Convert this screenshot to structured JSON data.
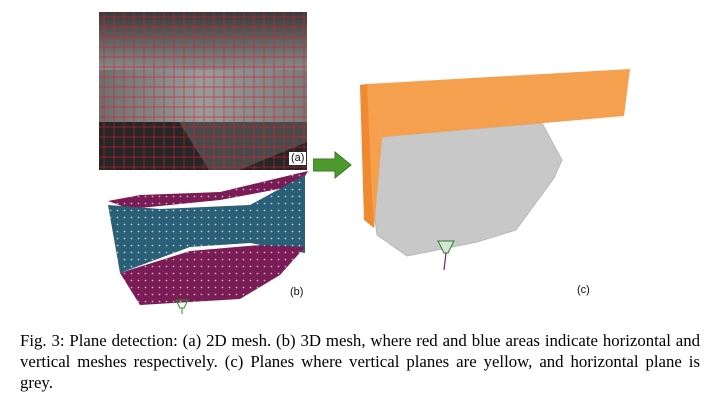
{
  "figure": {
    "panel_labels": {
      "a": "(a)",
      "b": "(b)",
      "c": "(c)"
    },
    "colors": {
      "mesh_grid_red": "#d02030",
      "vertical_mesh_blue": "#2a5f78",
      "horizontal_mesh_red": "#7a1c55",
      "vertical_plane_orange": "#f5a04e",
      "horizontal_plane_grey": "#c8c8c8",
      "arrow_green": "#4e9a2e"
    },
    "icons": {
      "arrow": "right-arrow-icon",
      "camera": "camera-frustum-icon"
    }
  },
  "caption": {
    "text": "Fig. 3: Plane detection: (a) 2D mesh. (b) 3D mesh, where red and blue areas indicate horizontal and vertical meshes respectively. (c) Planes where vertical planes are yellow, and horizontal plane is grey."
  }
}
